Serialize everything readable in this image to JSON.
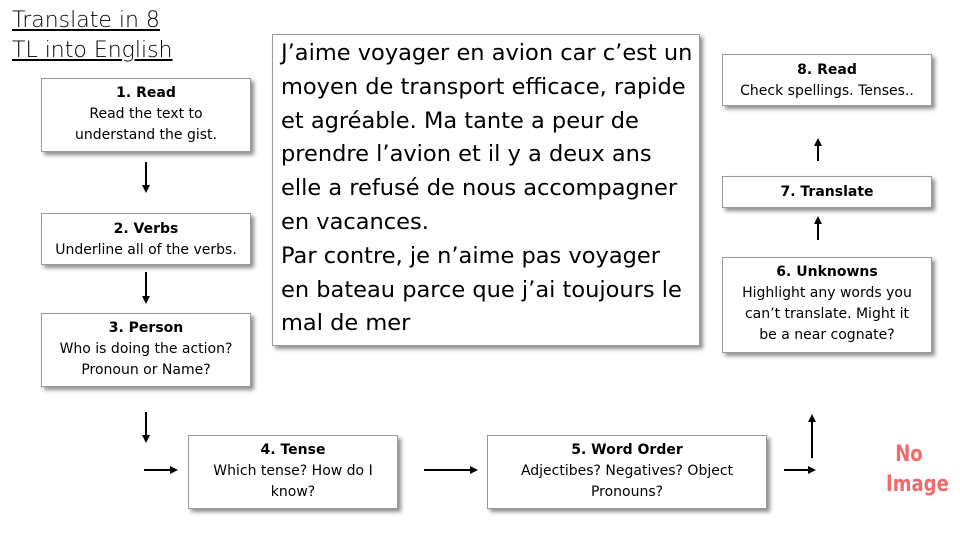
{
  "title_line1": "Translate in 8",
  "title_line2": "TL into English",
  "passage": "J’aime voyager en avion car c’est un moyen de transport efficace, rapide et agréable. Ma tante a peur de prendre l’avion et il y a deux ans elle a refusé de nous accompagner en vacances.\nPar contre, je n’aime pas voyager en bateau parce que j’ai toujours le mal de mer",
  "steps": [
    {
      "heading": "1.  Read",
      "body": "Read the text to understand the gist."
    },
    {
      "heading": "2.  Verbs",
      "body": "Underline all of the verbs."
    },
    {
      "heading": "3.  Person",
      "body": "Who is doing the action? Pronoun or Name?"
    },
    {
      "heading": "4.  Tense",
      "body": "Which tense?  How do I know?"
    },
    {
      "heading": "5.  Word Order",
      "body": "Adjectibes?  Negatives?  Object Pronouns?"
    },
    {
      "heading": "6.  Unknowns",
      "body": "Highlight any words you can’t translate.  Might it be a near cognate?"
    },
    {
      "heading": "7.  Translate",
      "body": ""
    },
    {
      "heading": "8.  Read",
      "body": "Check spellings.  Tenses.."
    }
  ],
  "placeholder_image": {
    "line1": "No",
    "line2": "Image",
    "color": "#ee6b6b"
  }
}
